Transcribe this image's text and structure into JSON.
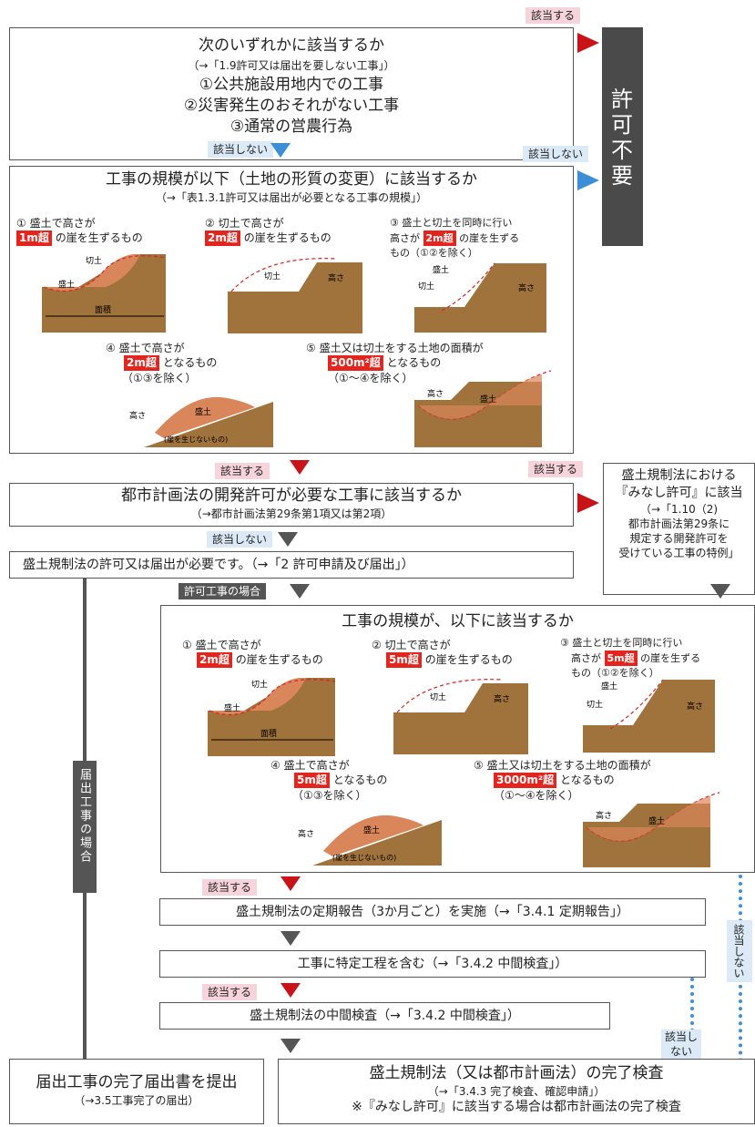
{
  "tags": {
    "top_applies": "該当する",
    "not_applies_1": "該当しない",
    "not_applies_right": "該当しない",
    "applies_2": "該当する",
    "applies_3": "該当する",
    "not_applies_2": "該当しない",
    "permit_case": "許可工事の場合",
    "applies_4": "該当する",
    "applies_5": "該当する",
    "not_applies_short": "該当しない",
    "not_applies_vertical": "該当しない"
  },
  "box1": {
    "line1": "次のいずれかに該当するか",
    "line2": "（→「1.9許可又は届出を要しない工事」）",
    "line3": "①公共施設用地内での工事",
    "line4": "②災害発生のおそれがない工事",
    "line5": "③通常の営農行為"
  },
  "no_permit": "許可不要",
  "box2": {
    "title": "工事の規模が以下（土地の形質の変更）に該当するか",
    "subtitle": "（→「表1.3.1許可又は届出が必要となる工事の規模」）",
    "c1_a": "① 盛土で高さが",
    "c1_b": "1m超",
    "c1_c": "の崖を生ずるもの",
    "c2_a": "② 切土で高さが",
    "c2_b": "2m超",
    "c2_c": "の崖を生ずるもの",
    "c3_a": "③ 盛土と切土を同時に行い",
    "c3_b": "高さが",
    "c3_c": "2m超",
    "c3_d": "の崖を生ずる",
    "c3_e": "もの（①②を除く）",
    "c4_a": "④ 盛土で高さが",
    "c4_b": "2m超",
    "c4_c": "となるもの",
    "c4_d": "（①③を除く）",
    "c5_a": "⑤ 盛土又は切土をする土地の面積が",
    "c5_b": "500m²超",
    "c5_c": "となるもの",
    "c5_d": "（①～④を除く）"
  },
  "labels": {
    "cut": "切土",
    "fill": "盛土",
    "height": "高さ",
    "area": "面積",
    "no_cliff": "(崖を生じないもの)"
  },
  "box3": {
    "line1": "都市計画法の開発許可が必要な工事に該当するか",
    "line2": "（→都市計画法第29条第1項又は第2項）"
  },
  "box_minashi": {
    "line1": "盛土規制法における",
    "line2": "『みなし許可』に該当",
    "line3": "（→「1.10（2)",
    "line4": "都市計画法第29条に",
    "line5": "規定する開発許可を",
    "line6": "受けている工事の特例」"
  },
  "box4": "盛土規制法の許可又は届出が必要です。（→「2 許可申請及び届出」）",
  "todoke_case": "届出工事の場合",
  "box5": {
    "title": "工事の規模が、以下に該当するか",
    "c1_a": "① 盛土で高さが",
    "c1_b": "2m超",
    "c1_c": "の崖を生ずるもの",
    "c2_a": "② 切土で高さが",
    "c2_b": "5m超",
    "c2_c": "の崖を生ずるもの",
    "c3_a": "③ 盛土と切土を同時に行い",
    "c3_b": "高さが",
    "c3_c": "5m超",
    "c3_d": "の崖を生ずる",
    "c3_e": "もの（①②を除く）",
    "c4_a": "④ 盛土で高さが",
    "c4_b": "5m超",
    "c4_c": "となるもの",
    "c4_d": "（①③を除く）",
    "c5_a": "⑤ 盛土又は切土をする土地の面積が",
    "c5_b": "3000m²超",
    "c5_c": "となるもの",
    "c5_d": "（①～④を除く）"
  },
  "box6": "盛土規制法の定期報告（3か月ごと）を実施（→「3.4.1 定期報告」）",
  "box7": "工事に特定工程を含む（→「3.4.2 中間検査」）",
  "box8": "盛土規制法の中間検査（→「3.4.2 中間検査」）",
  "box9": {
    "line1": "届出工事の完了届出書を提出",
    "line2": "（→3.5工事完了の届出）"
  },
  "box10": {
    "line1": "盛土規制法（又は都市計画法）の完了検査",
    "line2": "（→「3.4.3 完了検査、確認申請」）",
    "line3": "※『みなし許可』に該当する場合は都市計画法の完了検査"
  },
  "colors": {
    "accent_red": "#e5251d",
    "arrow_blue": "#3b8fd9",
    "soil": "#a0723c",
    "fill_soil": "#d9865a",
    "dark_gray": "#555555"
  }
}
